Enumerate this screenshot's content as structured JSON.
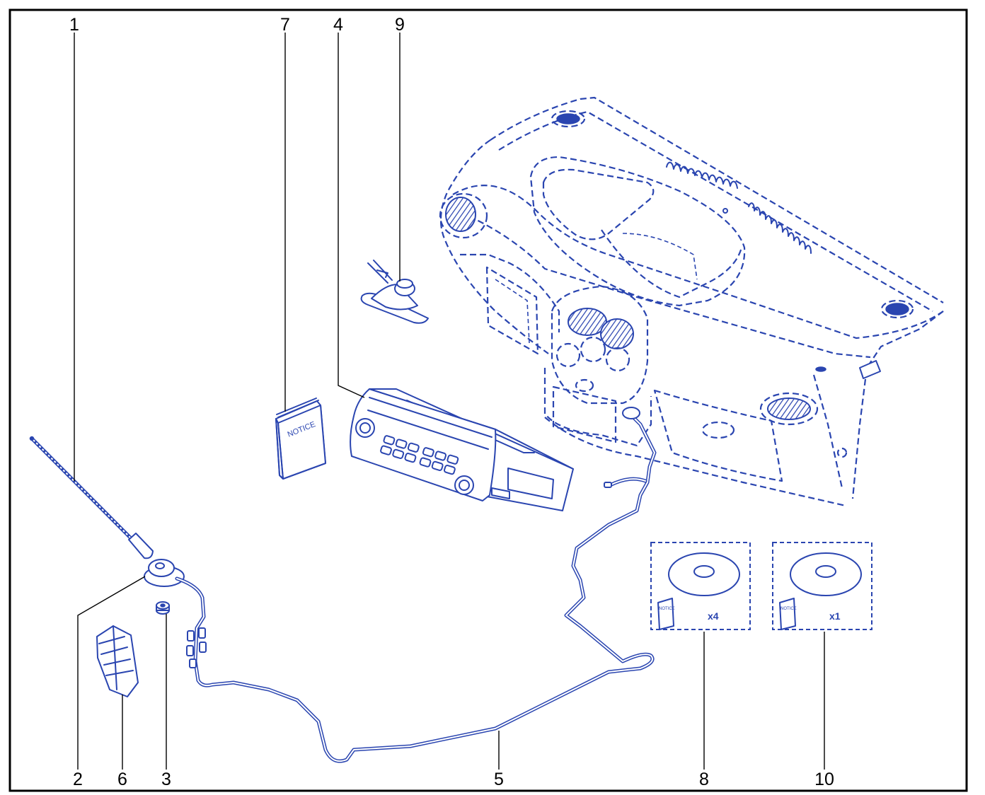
{
  "callouts": {
    "c1": "1",
    "c7": "7",
    "c4": "4",
    "c9": "9",
    "c2": "2",
    "c6": "6",
    "c3": "3",
    "c5": "5",
    "c8": "8",
    "c10": "10"
  },
  "booklet": {
    "cover_text": "NOTICE"
  },
  "kit_8": {
    "quantity": "x4",
    "booklet_text": "NOTICE"
  },
  "kit_10": {
    "quantity": "x1",
    "booklet_text": "NOTICE"
  },
  "colors": {
    "line": "#2a45b0",
    "frame": "#000000",
    "callout_text": "#000000"
  }
}
